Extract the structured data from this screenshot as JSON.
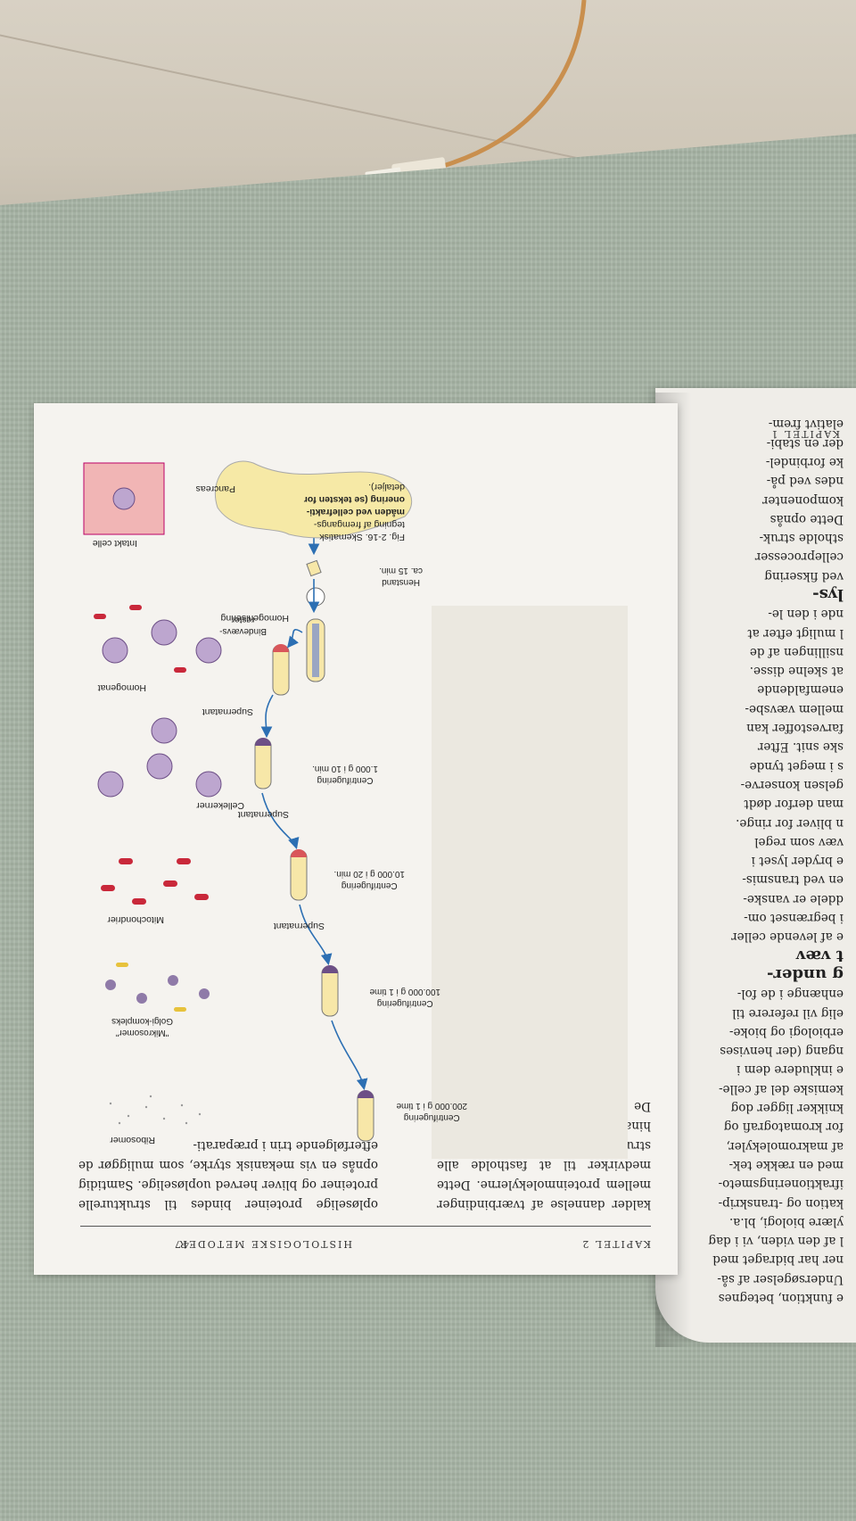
{
  "header": {
    "left": "KAPITEL 2",
    "right": "HISTOLOGISKE METODER",
    "page_number": "47",
    "side_header": "KAPITEL 1"
  },
  "body_text": "opløselige proteiner bindes til strukturelle proteiner og bliver herved uopløselige. Samtidig opnås en vis mekanisk styrke, som muliggør de efterfølgende trin i præparati-",
  "body_text_left": "kalder dannelse af tværbindinger mellem proteinmolekylerne. Dette medvirker til at fastholde alle strukturer med samme relation til hinanden som i den levende celle. De",
  "figure": {
    "caption_lines": [
      "Fig. 2-16. Skematisk",
      "tegning af fremgangs-",
      "måden ved cellefrakti-",
      "onering (se teksten for",
      "detaljer)."
    ],
    "labels": {
      "pancreas": "Pancreas",
      "intact_cell": "Intakt celle",
      "homogenisering": "Homogenisering",
      "henstand": [
        "Henstand",
        "ca. 15 min."
      ],
      "bindevaevsrester": [
        "Bindevævs-",
        "rester"
      ],
      "homogenat": "Homogenat",
      "supernatant1": "Supernatant",
      "centrifugering1": [
        "Centrifugering",
        "1.000 g i 10 min."
      ],
      "cellekerner": "Cellekerner",
      "supernatant2": "Supernatant",
      "centrifugering2": [
        "Centrifugering",
        "10.000 g i 20 min."
      ],
      "mitochondrier": "Mitochondrier",
      "supernatant3": "Supernatant",
      "centrifugering3": [
        "Centrifugering",
        "100.000 g i 1 time"
      ],
      "mikrosomer": [
        "\"Mikrosomer\"",
        "Golgi-kompleks"
      ],
      "centrifugering4": [
        "Centrifugering",
        "200.000 g i 1 time"
      ],
      "ribosomer": "Ribosomer"
    }
  },
  "side_page_lines": [
    "e funktion, betegnes",
    "Undersøgelser af så-",
    "ner har bidraget med",
    "l af den viden, vi i dag",
    "ylære biologi, bl.a.",
    "kation og -transkrip-",
    "",
    "ifraktioneringsmeto-",
    "med en række tek-",
    "af makromolekyler,",
    "for kromatografi og",
    "knikker ligger dog",
    "kemiske del af celle-",
    "e inkludere dem i",
    "ngang (der henvises",
    "erbiologi og bioke-",
    "elig vil referere til",
    "enhænge i de fol-",
    "",
    "g under-",
    "t væv",
    "",
    "e af levende celler",
    "i begrænset om-",
    "ddele er vanske-",
    "en ved transmis-",
    "e bryder lyset i",
    "væv som regel",
    "n bliver for ringe.",
    "man derfor dødt",
    "gelsen konserve-",
    "s i meget tynde",
    "ske snit. Efter",
    "farvestoffer kan",
    "mellem vævsbe-",
    "enemfaldende",
    "at skelne disse.",
    "nsillingen af de",
    "l muligt efter at",
    "nde i den le-",
    "",
    "lys-",
    "",
    "ved fiksering",
    "celleprocesser",
    "stholde struk-",
    "Dette opnås",
    "komponenter",
    "ndes ved på-",
    "ke forbindel-",
    "der en stabi-",
    "elativt frem-"
  ]
}
